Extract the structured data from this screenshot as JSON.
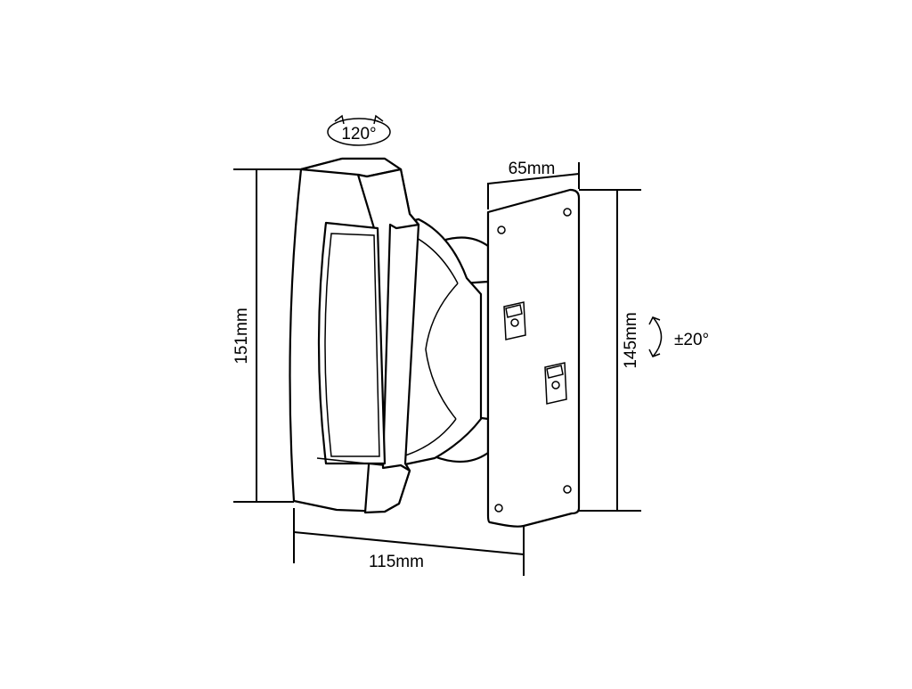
{
  "dimensions": {
    "rotation_angle": "120°",
    "plate_width": "65mm",
    "overall_height": "151mm",
    "plate_height": "145mm",
    "tilt_angle": "±20°",
    "overall_depth": "115mm"
  },
  "colors": {
    "ink": "#000000",
    "background": "#ffffff"
  }
}
